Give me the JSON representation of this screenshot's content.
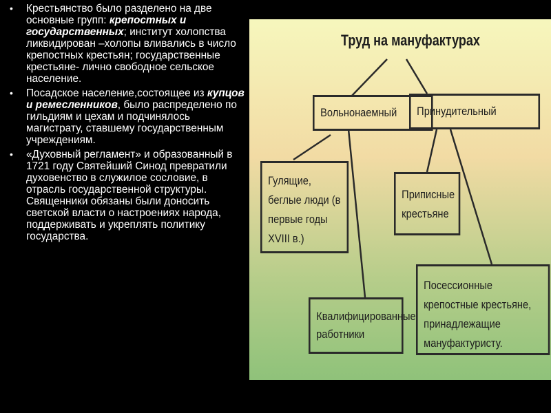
{
  "text_panel": {
    "bullet_symbol": "•",
    "bullets": [
      {
        "parts": [
          {
            "t": "Крестьянство было разделено на две основные групп: "
          },
          {
            "t": "крепостных и государственных",
            "bi": true
          },
          {
            "t": "; институт холопства ликвидирован –холопы вливались в число крепостных крестьян; государственные крестьяне- лично свободное сельское население."
          }
        ]
      },
      {
        "parts": [
          {
            "t": "Посадское население,состоящее из "
          },
          {
            "t": "купцов и ремесленников",
            "bi": true
          },
          {
            "t": ", было распределено по гильдиям и цехам и подчинялось магистрату, ставшему государственным учреждениям."
          }
        ]
      },
      {
        "parts": [
          {
            "t": "«Духовный регламент» и образованный в 1721 году Святейший Синод превратили духовенство в служилое сословие, в отрасль государственной структуры. Священники  обязаны были доносить светской власти о настроениях народа, поддерживать и укреплять политику государства."
          }
        ]
      }
    ]
  },
  "diagram": {
    "title": "Труд на мануфактурах",
    "hired": "Вольнонаемный",
    "forced": "Принудительный",
    "vagrants": "Гулящие, беглые люди (в первые годы XVIII в.)",
    "skilled": "Квалифицированные работники",
    "ascribed": "Приписные крестьяне",
    "possessional": "Посессионные крепостные крестьяне, принадлежащие мануфактуристу."
  },
  "colors": {
    "background": "#000000",
    "text": "#ffffff",
    "panel_top": "#f6f7bd",
    "panel_bottom": "#8fc27a",
    "lines": "#2a2a2a"
  }
}
